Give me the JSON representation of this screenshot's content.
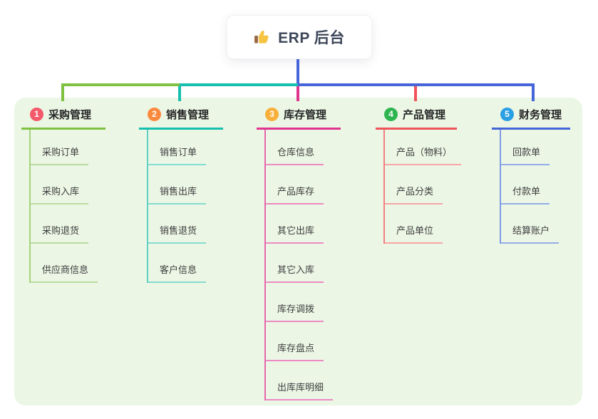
{
  "root": {
    "title": "ERP 后台",
    "icon": "thumbs-up"
  },
  "colors": {
    "connector": "#4565d8",
    "panel": "#ebf6e5",
    "root_text": "#3d4759"
  },
  "branches": [
    {
      "number": "1",
      "title": "采购管理",
      "colors": {
        "badge": "#f4596b",
        "main": "#7fc142",
        "mid": "#a6d47c",
        "light": "#b9dd9e"
      },
      "children": [
        "采购订单",
        "采购入库",
        "采购退货",
        "供应商信息"
      ]
    },
    {
      "number": "2",
      "title": "销售管理",
      "colors": {
        "badge": "#f98a3d",
        "main": "#17bfae",
        "mid": "#5fd1c2",
        "light": "#84dcd0"
      },
      "children": [
        "销售订单",
        "销售出库",
        "销售退货",
        "客户信息"
      ]
    },
    {
      "number": "3",
      "title": "库存管理",
      "colors": {
        "badge": "#f8b03a",
        "main": "#e0358f",
        "mid": "#e765ab",
        "light": "#ee8ac2"
      },
      "children": [
        "仓库信息",
        "产品库存",
        "其它出库",
        "其它入库",
        "库存调拨",
        "库存盘点",
        "出库库明细"
      ]
    },
    {
      "number": "4",
      "title": "产品管理",
      "colors": {
        "badge": "#2eb550",
        "main": "#f0535a",
        "mid": "#f37e80",
        "light": "#f7a5a5"
      },
      "children": [
        "产品（物料）",
        "产品分类",
        "产品单位"
      ]
    },
    {
      "number": "5",
      "title": "财务管理",
      "colors": {
        "badge": "#2b9fe3",
        "main": "#4565d8",
        "mid": "#7e9be3",
        "light": "#94aee8"
      },
      "children": [
        "回款单",
        "付款单",
        "结算账户"
      ]
    }
  ]
}
